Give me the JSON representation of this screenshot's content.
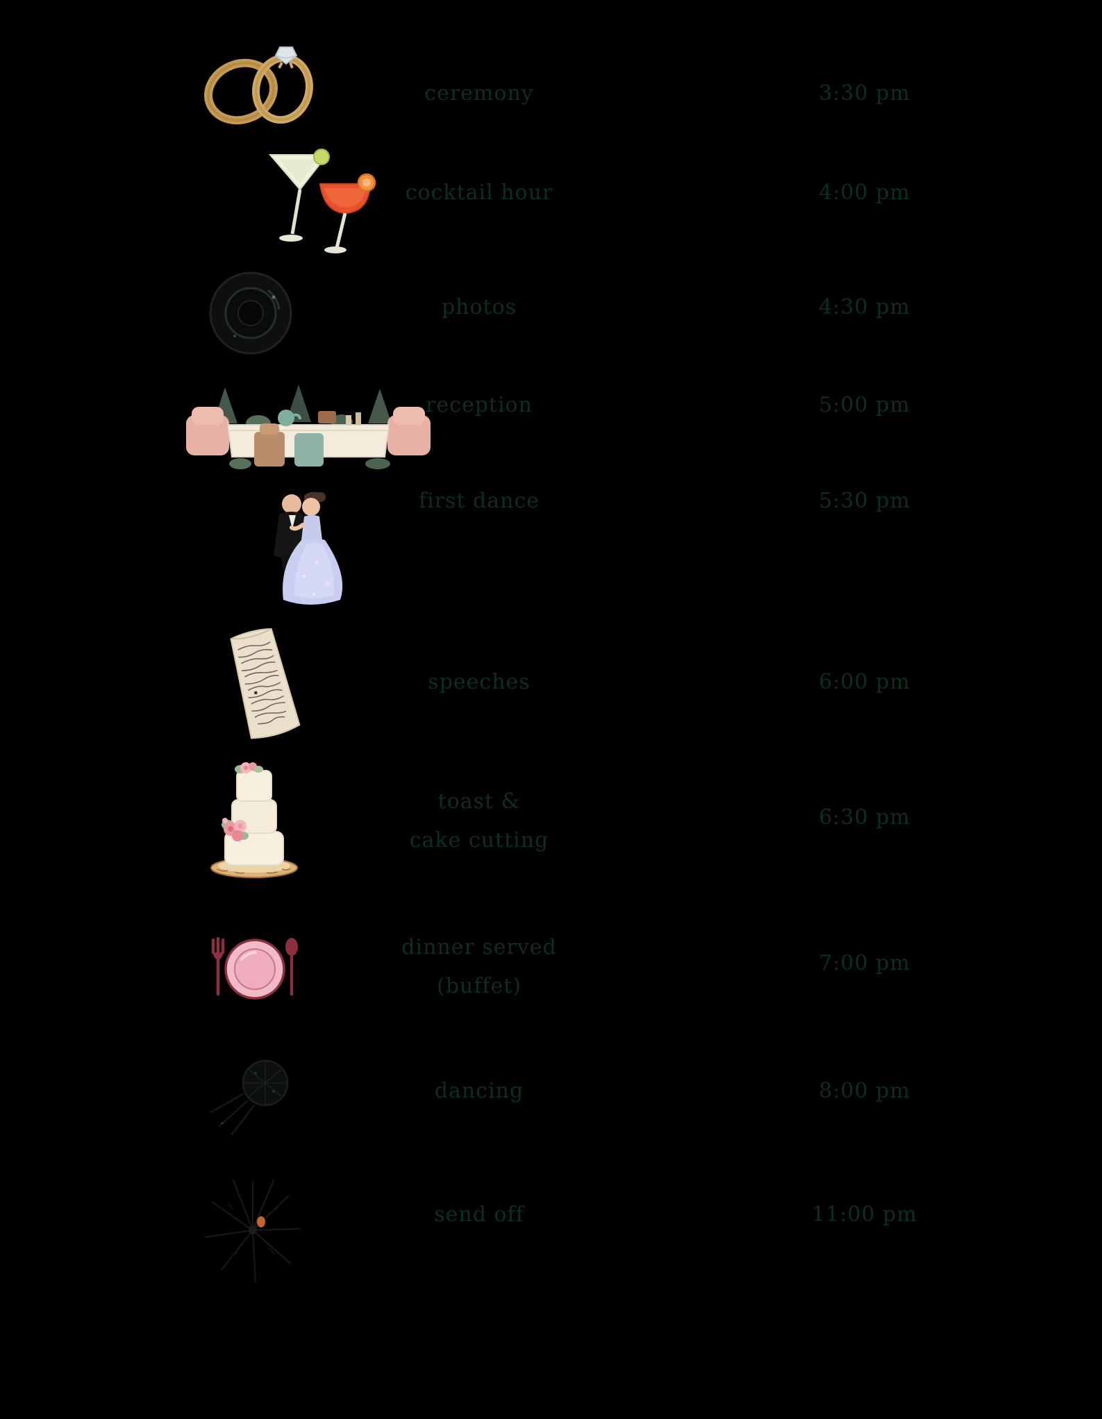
{
  "background_color": "#000000",
  "text_color": "#0b2e27",
  "colors": {
    "gold": "#c59a55",
    "diamond": "#dfe6ea",
    "martini": "#f0f3da",
    "lime": "#c6d96b",
    "cocktail_red": "#e8512e",
    "garnish_orange": "#f0923e",
    "blush_chair": "#e7b1a4",
    "tablecloth": "#f3ecdc",
    "tree_green": "#46584a",
    "gown_blue": "#c9cdf0",
    "tux_black": "#161616",
    "parchment": "#eae0cb",
    "cake_cream": "#f7f0de",
    "rose_pink": "#ee96a0",
    "wood": "#dcb277",
    "plate_pink": "#f2bac6",
    "plate_maroon": "#8c2f3f",
    "spark_orange": "#d86f35"
  },
  "timeline": {
    "rows": [
      {
        "icon": "wedding-rings-icon",
        "label": "ceremony",
        "time": "3:30 pm"
      },
      {
        "icon": "cocktails-icon",
        "label": "cocktail hour",
        "time": "4:00 pm"
      },
      {
        "icon": "camera-icon",
        "label": "photos",
        "time": "4:30 pm"
      },
      {
        "icon": "head-table-icon",
        "label": "reception",
        "time": "5:00 pm"
      },
      {
        "icon": "dancing-couple-icon",
        "label": "first dance",
        "time": "5:30 pm"
      },
      {
        "icon": "vows-scroll-icon",
        "label": "speeches",
        "time": "6:00 pm"
      },
      {
        "icon": "wedding-cake-icon",
        "label": "toast &",
        "label_line2": "cake cutting",
        "time": "6:30 pm"
      },
      {
        "icon": "place-setting-icon",
        "label": "dinner served",
        "label_line2": "(buffet)",
        "time": "7:00 pm"
      },
      {
        "icon": "disco-dancing-icon",
        "label": "dancing",
        "time": "8:00 pm"
      },
      {
        "icon": "sparkler-icon",
        "label": "send off",
        "time": "11:00 pm"
      }
    ]
  }
}
